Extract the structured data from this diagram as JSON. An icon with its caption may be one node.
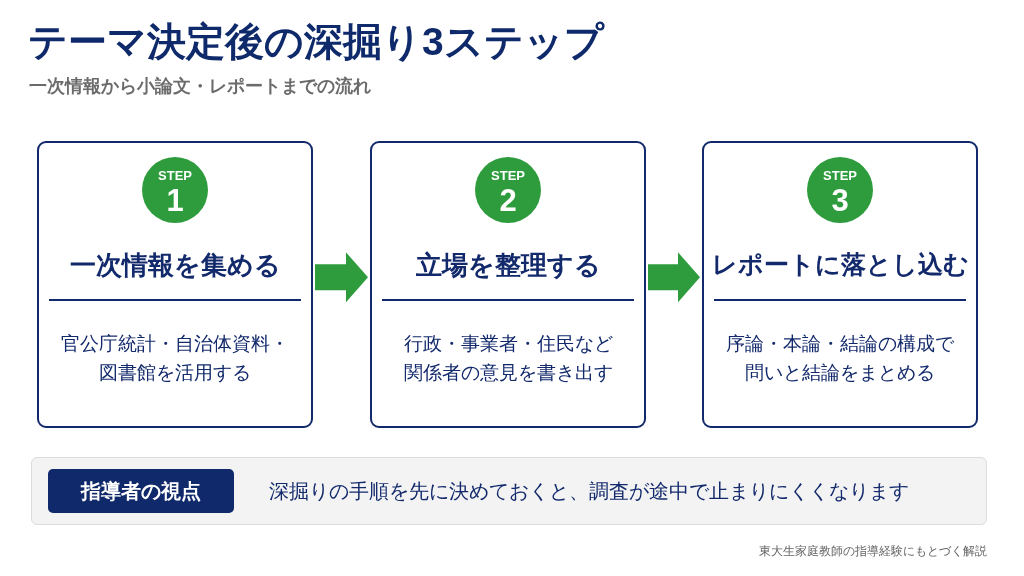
{
  "diagram": {
    "title": "テーマ決定後の深掘り3ステップ",
    "nodes": [
      {
        "text": [
          "一次情報を集める",
          "官公庁統計・自治体資料・図書館を活用する"
        ]
      },
      {
        "text": [
          "STEP",
          "1"
        ],
        "in": 0
      },
      {
        "text": [
          "立場を整理する",
          "行政・事業者・住民など関係者の意見を書き出す"
        ]
      },
      {
        "text": [
          "STEP",
          "2"
        ],
        "in": 2
      },
      {
        "text": [
          "レポートに落とし込む",
          "序論・本論・結論の構成で問いと結論をまとめる"
        ]
      },
      {
        "text": [
          "STEP",
          "3"
        ],
        "in": 4
      },
      {
        "text": [
          "深掘りの手順を先に決めておくと、調査が途中で止まりにくくなります"
        ]
      },
      {
        "text": [
          "指導者の視点"
        ],
        "in": 6
      }
    ],
    "edges": [
      {
        "from": 0,
        "to": 2,
        "arrow": "to"
      },
      {
        "from": 2,
        "to": 4,
        "arrow": "to"
      }
    ],
    "labels": [
      "一次情報から小論文・レポートまでの流れ",
      "東大生家庭教師の指導経験にもとづく解説"
    ]
  }
}
